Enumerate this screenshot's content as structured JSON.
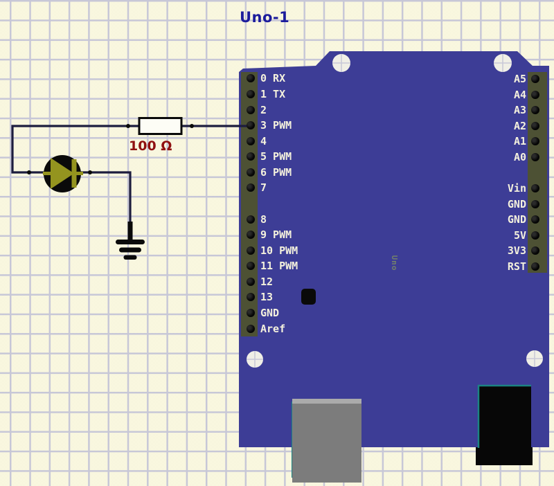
{
  "schematic": {
    "part_ref": "Uno-1",
    "resistor_value": "100 Ω",
    "board": {
      "silkscreen_label": "Uno",
      "left_pins": [
        "0 RX",
        "1 TX",
        "2",
        "3 PWM",
        "4",
        "5 PWM",
        "6 PWM",
        "7",
        "8",
        "9 PWM",
        "10 PWM",
        "11 PWM",
        "12",
        "13",
        "GND",
        "Aref"
      ],
      "right_pins": [
        "A5",
        "A4",
        "A3",
        "A2",
        "A1",
        "A0",
        "Vin",
        "GND",
        "GND",
        "5V",
        "3V3",
        "RST"
      ]
    }
  },
  "colors": {
    "bg1": "#f6f3cf",
    "bg2": "#fbfaee",
    "grid": "#c7c7d7",
    "board": "#3d3d96",
    "strip": "#4d5134",
    "pintext": "#f4f1dd",
    "ref": "#1c1c9c",
    "value": "#8f1010",
    "wire": "#1d1d3e",
    "ink": "#0a0a0a",
    "led": "#94941f",
    "usb": "#7c7c7c",
    "usbhi": "#ababab",
    "jack": "#070707",
    "teal": "#1b8383",
    "hole": "#f0efe6",
    "silk": "#73806b"
  }
}
